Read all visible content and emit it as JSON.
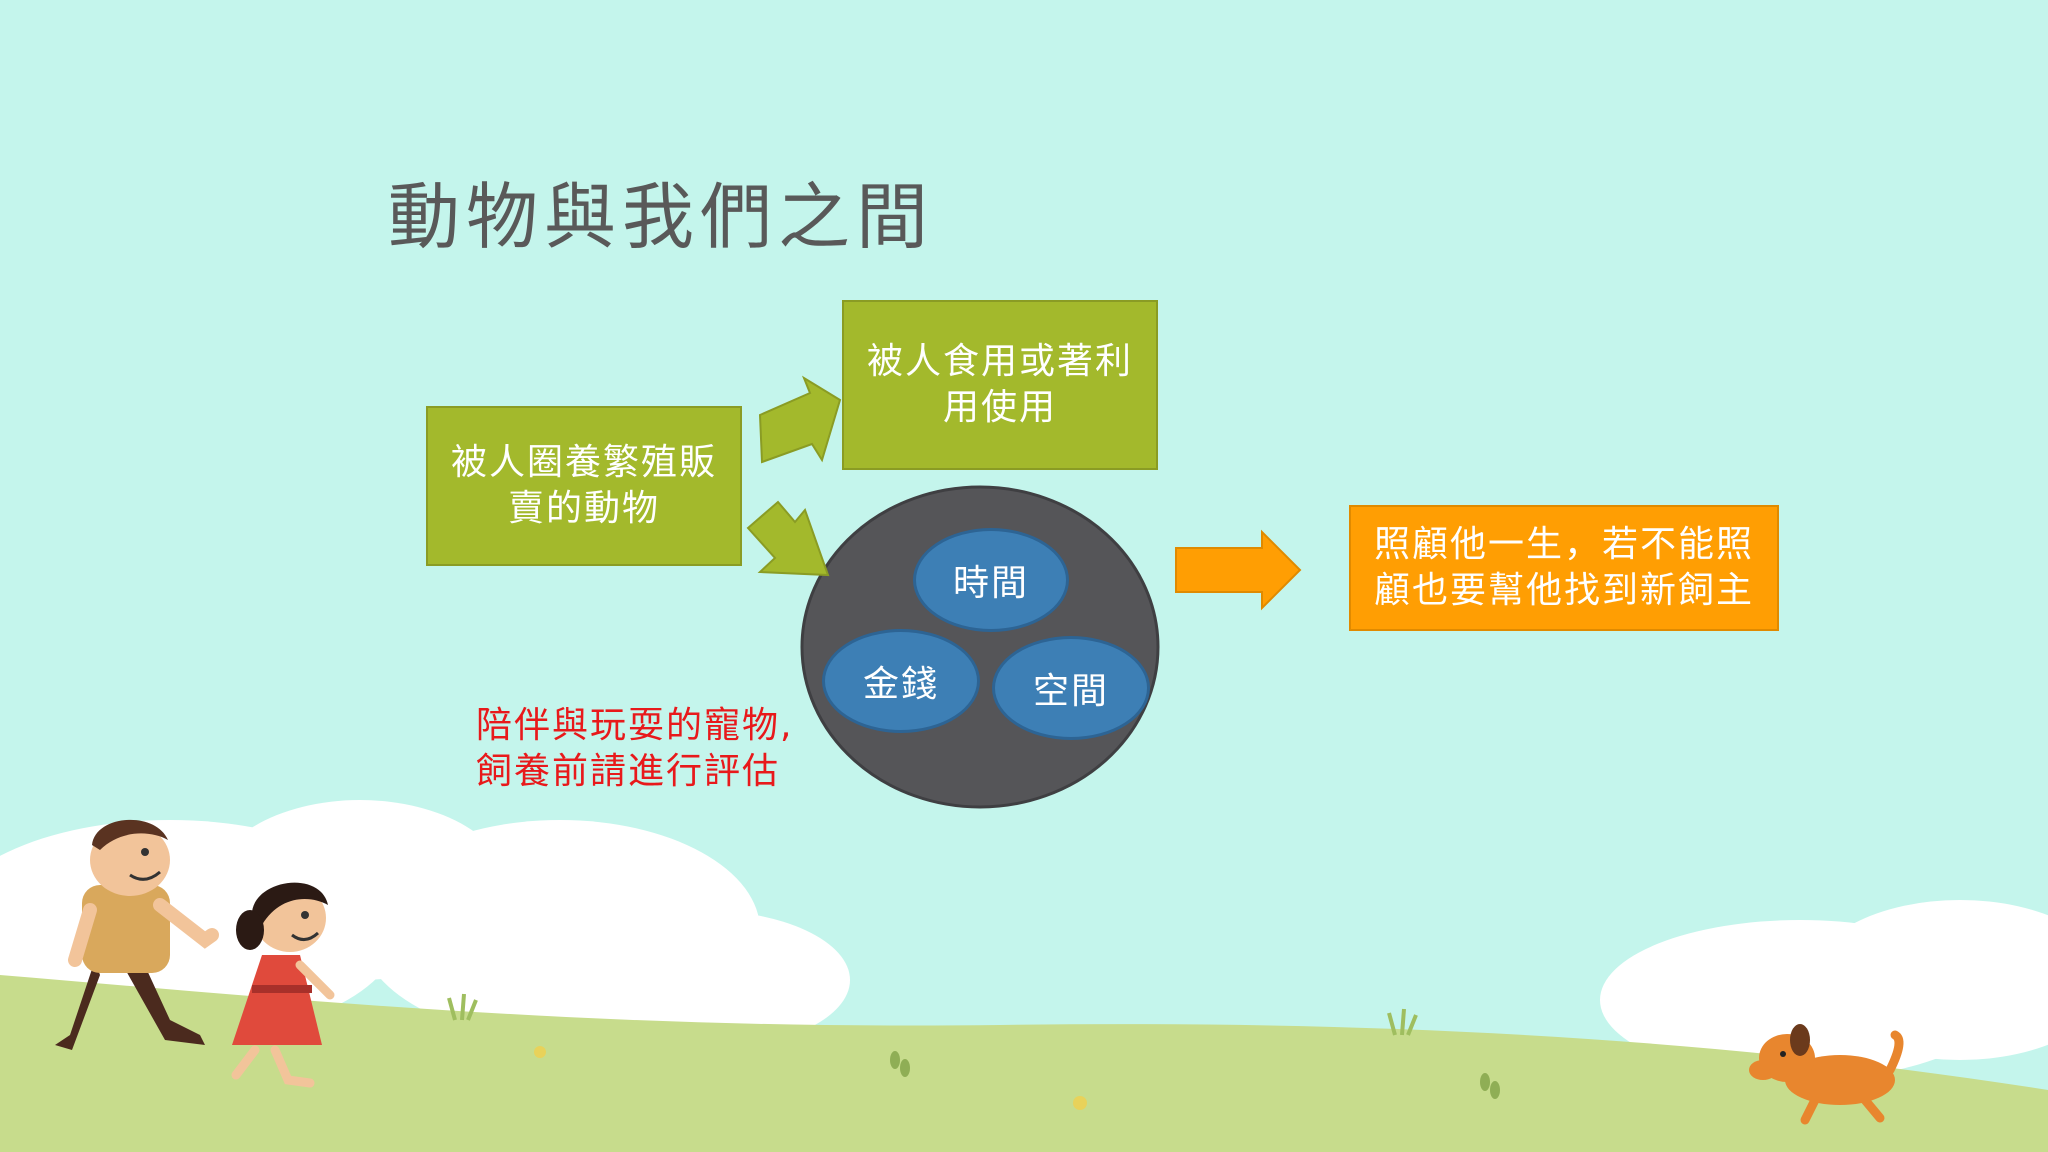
{
  "slide": {
    "title": "動物與我們之間",
    "source_box": "被人圈養繁殖販賣的動物",
    "use_box": "被人食用或著利用使用",
    "care_box": "照顧他一生，若不能照顧也要幫他找到新飼主",
    "resources": {
      "time": "時間",
      "money": "金錢",
      "space": "空間"
    },
    "note": [
      "陪伴與玩耍的寵物,",
      "飼養前請進行評估"
    ]
  },
  "colors": {
    "background": "#c4f5ec",
    "green_box": "#a3b92c",
    "orange_box": "#ff9e03",
    "circle": "#555558",
    "oval": "#3d7fb5",
    "note_text": "#e8191b",
    "title_text": "#595959"
  }
}
